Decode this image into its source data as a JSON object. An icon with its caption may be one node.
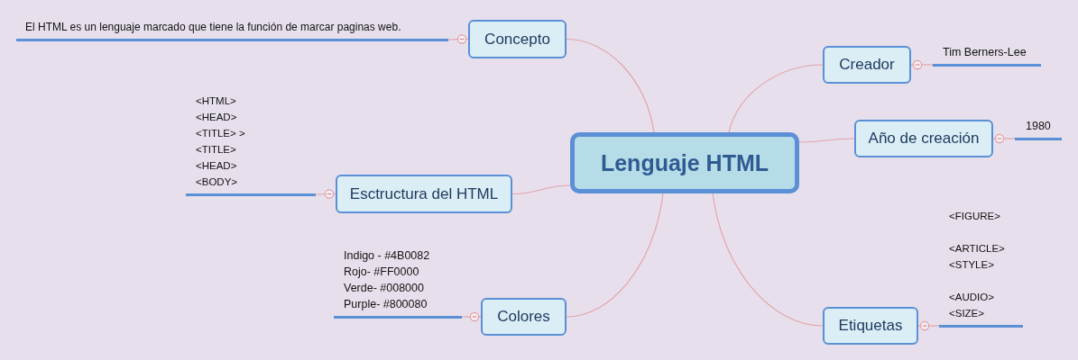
{
  "diagram": {
    "nodes": [
      {
        "text": [
          "Lenguaje HTML"
        ]
      },
      {
        "text": [
          "Concepto"
        ]
      },
      {
        "text": [
          "El HTML es un lenguaje marcado que tiene la función de marcar paginas web."
        ]
      },
      {
        "text": [
          "Creador"
        ]
      },
      {
        "text": [
          "Tim Berners-Lee"
        ]
      },
      {
        "text": [
          "Año de creación"
        ]
      },
      {
        "text": [
          "1980"
        ]
      },
      {
        "text": [
          "Esctructura del HTML"
        ]
      },
      {
        "text": [
          "<HTML>",
          "<HEAD>",
          "<TITLE> >",
          "<TITLE>",
          "<HEAD>",
          "<BODY>"
        ]
      },
      {
        "text": [
          "Colores"
        ]
      },
      {
        "text": [
          "Indigo - #4B0082",
          "Rojo- #FF0000",
          "Verde- #008000",
          "Purple- #800080"
        ]
      },
      {
        "text": [
          "Etiquetas"
        ]
      },
      {
        "text": [
          "<FIGURE>",
          "<ARTICLE>",
          "<STYLE>",
          "<AUDIO>",
          "<SIZE>"
        ]
      }
    ],
    "edges": [
      {
        "from": 0,
        "to": 1,
        "arrow": "none"
      },
      {
        "from": 1,
        "to": 2,
        "arrow": "none"
      },
      {
        "from": 0,
        "to": 3,
        "arrow": "none"
      },
      {
        "from": 3,
        "to": 4,
        "arrow": "none"
      },
      {
        "from": 0,
        "to": 5,
        "arrow": "none"
      },
      {
        "from": 5,
        "to": 6,
        "arrow": "none"
      },
      {
        "from": 0,
        "to": 7,
        "arrow": "none"
      },
      {
        "from": 7,
        "to": 8,
        "arrow": "none"
      },
      {
        "from": 0,
        "to": 9,
        "arrow": "none"
      },
      {
        "from": 9,
        "to": 10,
        "arrow": "none"
      },
      {
        "from": 0,
        "to": 11,
        "arrow": "none"
      },
      {
        "from": 11,
        "to": 12,
        "arrow": "none"
      }
    ]
  }
}
